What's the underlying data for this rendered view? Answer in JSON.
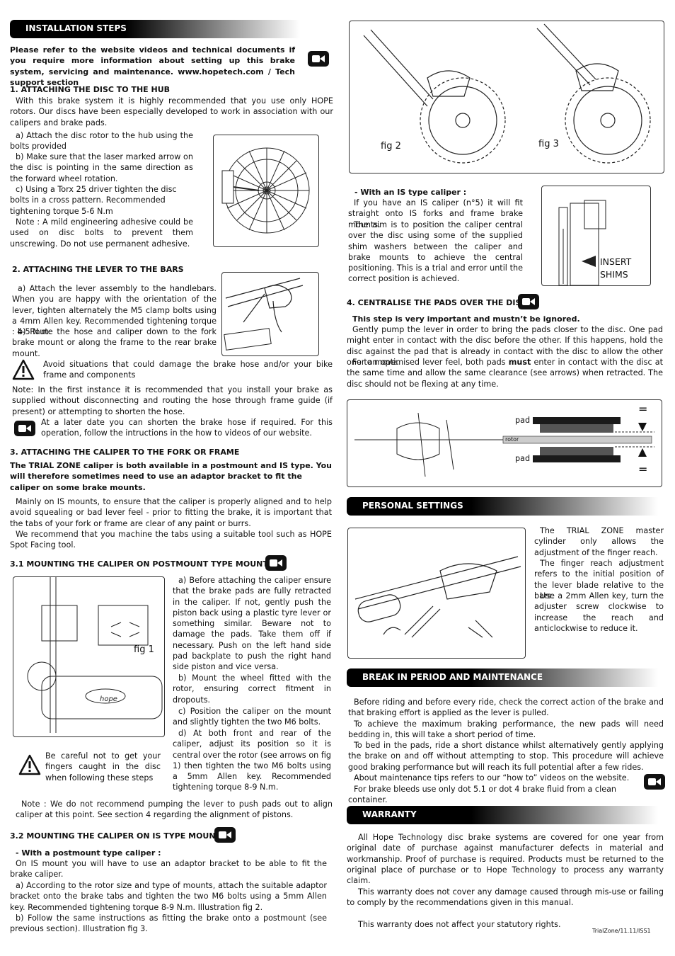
{
  "installation": {
    "header": "INSTALLATION STEPS",
    "intro": "Please refer to the website videos and technical documents if you require more information about setting up this brake system, servicing and maintenance. www.hopetech.com / Tech support section",
    "s1_title": "1. ATTACHING THE DISC TO THE HUB",
    "s1_p1": "With this brake system it is highly recommended that you use only HOPE rotors. Our discs have been especially developed to work in association with our calipers and brake pads.",
    "s1_a": "a) Attach the disc rotor to the hub using the bolts provided",
    "s1_b": "b) Make sure that the laser marked arrow on the disc is pointing in the same direction as the forward wheel rotation.",
    "s1_c": "c) Using a Torx 25 driver tighten the disc bolts in a cross pattern. Recommended tightening torque 5-6 N.m",
    "s1_note": "Note : A mild engineering adhesive could be used on disc bolts to prevent them unscrewing. Do not use permanent adhesive.",
    "s2_title": "2. ATTACHING THE LEVER TO THE BARS",
    "s2_a": "a) Attach the lever assembly to the handlebars. When you are happy with the orientation of the lever, tighten alternately the M5 clamp bolts using a 4mm Allen key. Recommended tightening torque : 4-5 N.m.",
    "s2_b": "b) Route the hose and caliper down to the fork brake mount or along the frame to the rear brake mount.",
    "s2_warn": "Avoid situations that could damage the brake hose and/or your bike frame and components",
    "s2_note": "Note: In the first instance it is recommended that you install your brake as supplied without disconnecting and routing the hose through frame guide (if present) or attempting to shorten the hose.",
    "s2_later": "At a later date you can shorten the brake hose if required. For this operation, follow the intructions in the how to videos of our website.",
    "s3_title": "3. ATTACHING THE CALIPER TO THE FORK OR FRAME",
    "s3_bold": "The TRIAL ZONE caliper is both available in a postmount and IS type. You will therefore sometimes need to use an adaptor bracket to fit the caliper on some brake mounts.",
    "s3_p1": "Mainly on IS mounts, to ensure that the caliper is properly aligned and to help avoid squealing or bad lever feel - prior to fitting the brake, it is important that the tabs of your fork or frame are clear of any paint or burrs.",
    "s3_p2": "We recommend that you machine the tabs using a suitable tool such as HOPE Spot Facing tool.",
    "s31_title": "3.1 MOUNTING THE CALIPER ON POSTMOUNT TYPE MOUNTS",
    "s31_a": "a) Before attaching the caliper ensure that the brake pads are fully retracted in the caliper. If not, gently push the piston back using a plastic tyre lever or something similar. Beware not to damage the pads. Take them off if necessary. Push on the left hand side pad backplate to push the right hand side piston and vice versa.",
    "s31_b": "b) Mount the wheel fitted with the rotor, ensuring correct fitment in dropouts.",
    "s31_c": "c) Position the caliper on the mount and slightly tighten the two M6 bolts.",
    "s31_d": "d) At both front and rear of the caliper, adjust its position so it is central over the rotor (see arrows on fig 1) then tighten the two M6 bolts using a 5mm Allen key. Recommended tightening torque 8-9 N.m.",
    "s31_warn": "Be careful not to get your fingers caught in the disc when following these steps",
    "fig1": "fig 1",
    "s31_note": "Note : We do not recommend pumping the lever to push pads out to align caliper at this point. See section 4 regarding the alignment of pistons.",
    "s32_title": "3.2 MOUNTING THE CALIPER ON IS TYPE MOUNTS",
    "s32_sub": "- With a postmount type caliper :",
    "s32_p1": "On IS mount you will have to use an adaptor bracket to be able to fit the brake caliper.",
    "s32_a": "a) According to the rotor size and type of mounts, attach the suitable adaptor bracket onto the brake tabs and tighten the two M6 bolts using a 5mm Allen key. Recommended tightening torque 8-9 N.m. Illustration fig 2.",
    "s32_b": "b) Follow the same instructions as fitting the brake onto a postmount (see previous section). Illustration fig 3."
  },
  "right": {
    "fig2": "fig 2",
    "fig3": "fig 3",
    "is_sub": "- With an IS type caliper :",
    "is_p1": "If you have an IS caliper (n°5) it will fit straight onto IS forks and frame brake mounts.",
    "is_p2": "The aim is to position the caliper central over the disc using some of the supplied shim washers between the caliper and brake mounts to achieve the central positioning. This is a trial and error until the correct position is achieved.",
    "insert_shims": "INSERT SHIMS",
    "s4_title": "4. CENTRALISE THE PADS OVER THE DISC",
    "s4_bold": "This step is very important and mustn’t be ignored.",
    "s4_p1": "Gently pump the lever in order to bring the pads closer to the disc. One pad might enter in contact with the disc before the other. If this happens, hold the disc against the pad that is already in contact with the disc to allow the other one to move.",
    "s4_p2a": "For an optimised lever feel, both pads ",
    "s4_must": "must",
    "s4_p2b": " enter in contact with the disc at the same time and allow the same clearance (see arrows) when retracted. The disc should not be flexing at any time.",
    "pad_top": "pad",
    "rotor": "rotor",
    "pad_bottom": "pad",
    "personal_header": "PERSONAL SETTINGS",
    "ps_p1": "The TRIAL ZONE master cylinder only allows the adjustment of the finger reach.",
    "ps_p2": "The finger reach adjustment refers to the initial position of the lever blade relative to the bars.",
    "ps_p3": "Use a 2mm Allen key, turn the adjuster screw clockwise to increase the reach and anticlockwise to reduce it.",
    "break_header": "BREAK IN PERIOD AND MAINTENANCE",
    "bp_p1": "Before riding and before every ride, check the correct action of the brake and that braking effort is applied as the lever is pulled.",
    "bp_p2": "To achieve the maximum braking performance, the new pads will need bedding in, this will take a short period of time.",
    "bp_p3": "To bed in the pads, ride a short distance whilst alternatively gently applying the brake on and off without attempting to stop. This procedure will achieve good braking performance but will reach its full potential after a few rides.",
    "bp_p4": "About maintenance tips refers to our “how to” videos on the website.",
    "bp_p5": "For brake bleeds use only dot 5.1 or dot 4 brake fluid from a clean container.",
    "warranty_header": "WARRANTY",
    "w_p1": "All Hope Technology disc brake systems are covered for one year from original date of purchase against manufacturer defects in material and workmanship. Proof of purchase is required. Products must be returned to the original place of purchase or to Hope Technology to process any warranty claim.",
    "w_p2": "This warranty does not cover any damage caused through mis-use or failing to comply by the recommendations given in this manual.",
    "w_p3": "This warranty does not affect your statutory rights.",
    "footer": "TrialZone/11.11/ISS1"
  }
}
